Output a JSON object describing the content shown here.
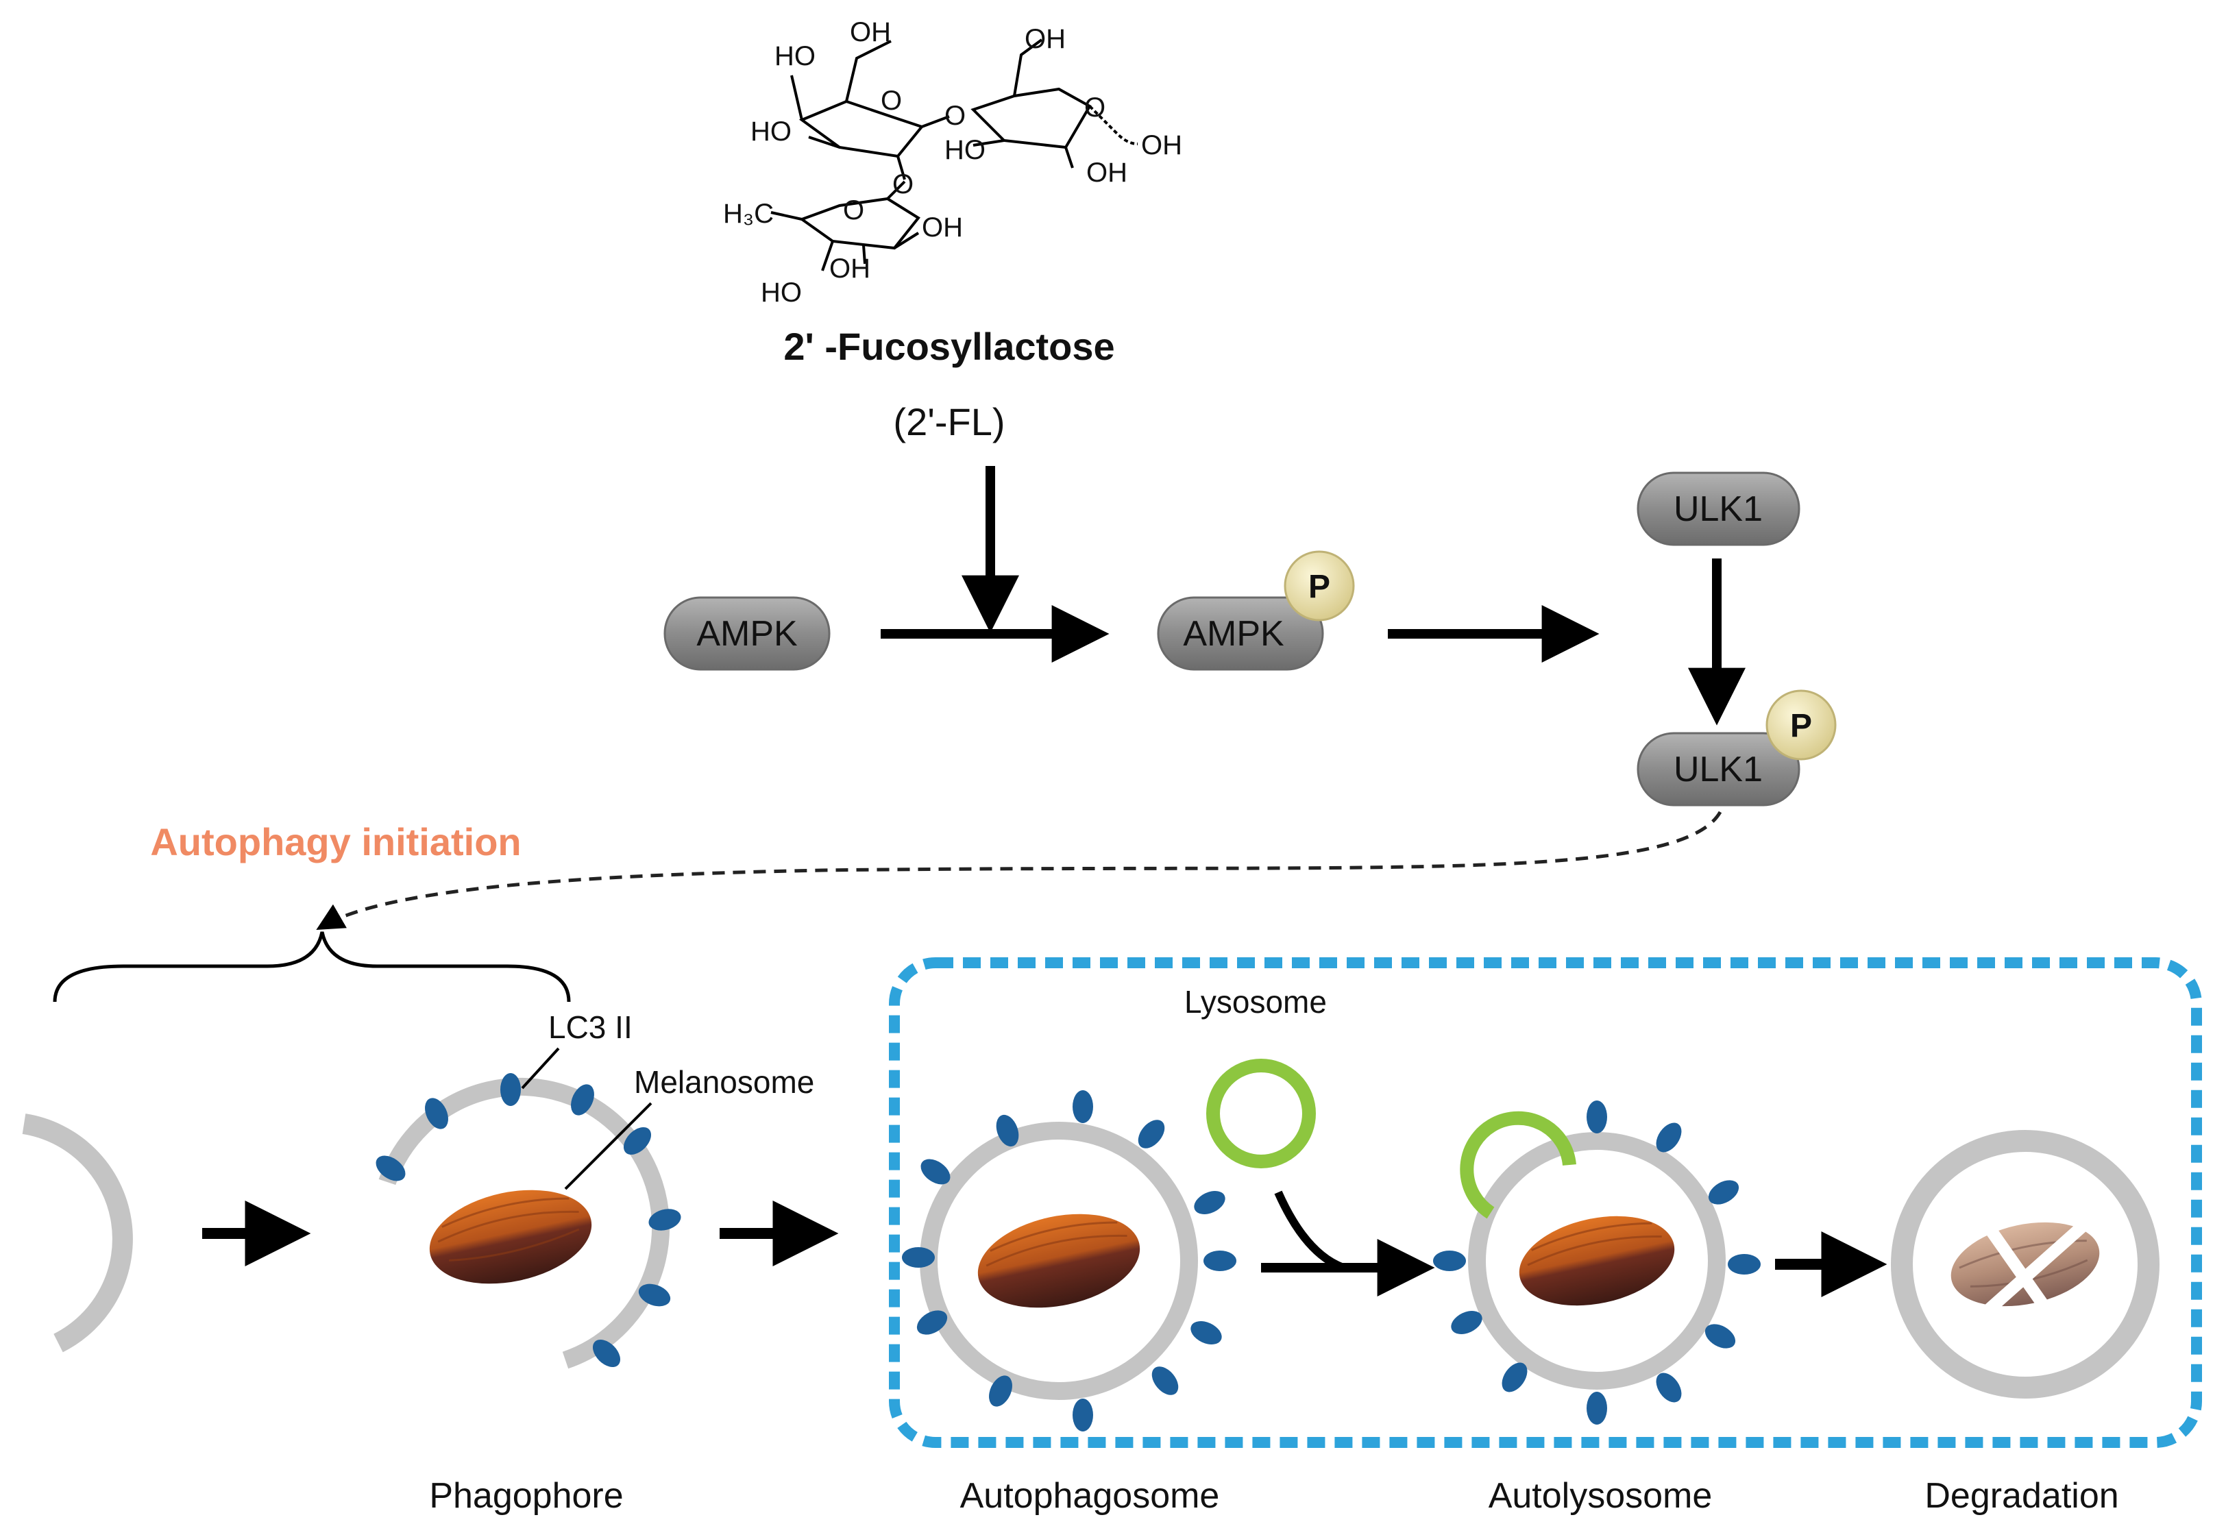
{
  "molecule": {
    "name": "2' -Fucosyllactose",
    "abbreviation": "(2'-FL)",
    "atoms": {
      "oh_top": "OH",
      "ho_top": "HO",
      "oh_top_right": "OH",
      "ho_mid_left": "HO",
      "o_link1": "O",
      "o_ring1": "O",
      "o_ring2": "O",
      "ho_mid": "HO",
      "oh_anomeric": "OH",
      "oh_bottom_right": "OH",
      "o_link2": "O",
      "o_ring3": "O",
      "methyl": "H₃C",
      "oh_fuc_right": "OH",
      "oh_fuc_mid": "OH",
      "ho_fuc_bottom": "HO"
    }
  },
  "pathway": {
    "ampk": "AMPK",
    "ampk_p": "AMPK",
    "ulk1": "ULK1",
    "ulk1_p": "ULK1",
    "phospho": "P"
  },
  "process": {
    "initiation": "Autophagy initiation",
    "lc3": "LC3 II",
    "melanosome": "Melanosome",
    "lysosome": "Lysosome",
    "stages": [
      "Phagophore",
      "Autophagosome",
      "Autolysosome",
      "Degradation"
    ]
  },
  "colors": {
    "initiation_text": "#f08a63",
    "dashed_box": "#2ea3db",
    "lysosome": "#8dc63f",
    "membrane": "#c4c4c4",
    "lc3_dot": "#1d5f9a",
    "node_fill": "#8f8f8f",
    "phospho_fill": "#efe6b0"
  }
}
